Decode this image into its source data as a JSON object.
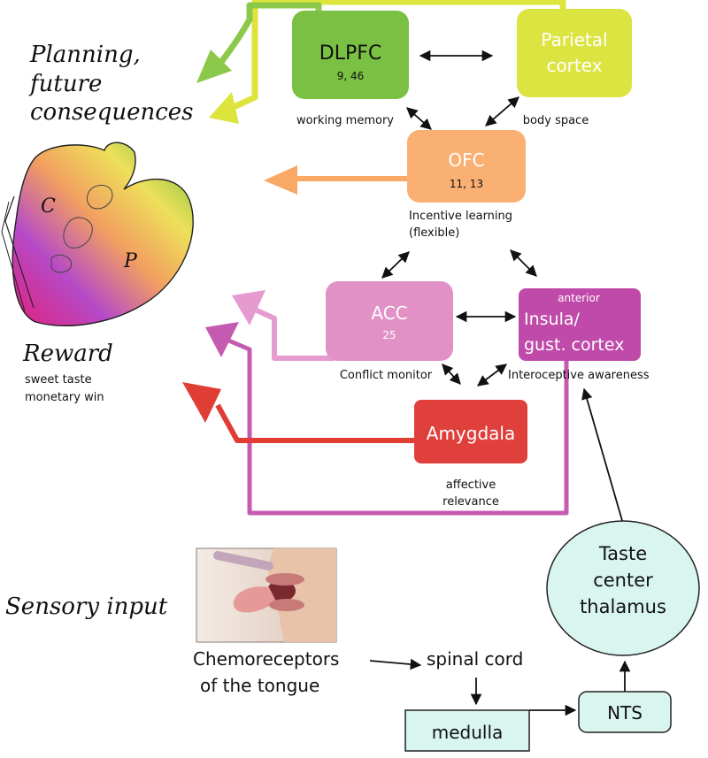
{
  "headings": {
    "planning": [
      "Planning,",
      "future",
      "consequences"
    ],
    "reward": "Reward",
    "reward_examples": [
      "sweet taste",
      "monetary win"
    ],
    "sensory": "Sensory input"
  },
  "striatum": {
    "c_label": "C",
    "p_label": "P"
  },
  "regions": {
    "dlpfc": {
      "name": "DLPFC",
      "areas": "9, 46",
      "caption": "working memory",
      "color": "#7ac143"
    },
    "parietal": {
      "name_lines": [
        "Parietal",
        "cortex"
      ],
      "caption": "body space",
      "color": "#dce441"
    },
    "ofc": {
      "name": "OFC",
      "areas": "11, 13",
      "caption_lines": [
        "Incentive learning",
        "(flexible)"
      ],
      "color": "#fbb073"
    },
    "acc": {
      "name": "ACC",
      "areas": "25",
      "caption": "Conflict monitor",
      "color": "#e291c7"
    },
    "insula": {
      "prefix": "anterior",
      "name_lines": [
        "Insula/",
        "gust. cortex"
      ],
      "caption": "Interoceptive awareness",
      "color": "#c04aa9"
    },
    "amygdala": {
      "name": "Amygdala",
      "caption_lines": [
        "affective",
        "relevance"
      ],
      "color": "#e0403c"
    }
  },
  "pathway": {
    "chemoreceptors": [
      "Chemoreceptors",
      "of the tongue"
    ],
    "spinal_cord": "spinal cord",
    "medulla": "medulla",
    "nts": "NTS",
    "thalamus": [
      "Taste",
      "center",
      "thalamus"
    ],
    "box_color": "#d9f5ef"
  },
  "arrow_colors": {
    "dlpfc": "#8cc94a",
    "parietal": "#dde43b",
    "ofc": "#f9a865",
    "acc": "#e59bd0",
    "insula": "#c55bb0",
    "amygdala": "#e03e35"
  }
}
